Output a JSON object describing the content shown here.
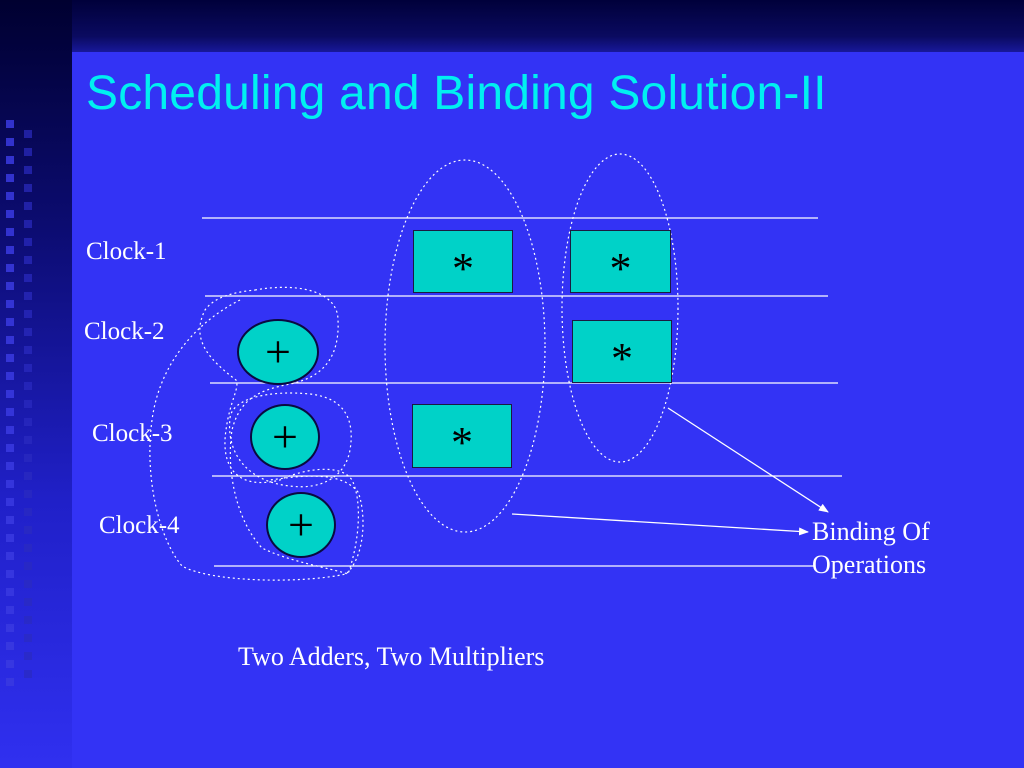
{
  "slide": {
    "title": "Scheduling and Binding Solution-II",
    "clocks": [
      "Clock-1",
      "Clock-2",
      "Clock-3",
      "Clock-4"
    ],
    "operations": {
      "multiplier_symbol": "*",
      "adder_symbol": "+"
    },
    "annotation": {
      "line1": "Binding Of",
      "line2": "Operations"
    },
    "caption": "Two Adders, Two Multipliers"
  },
  "colors": {
    "background": "#3333f5",
    "title": "#00f0f0",
    "operation_fill": "#00d2c8",
    "text": "#ffffff"
  }
}
